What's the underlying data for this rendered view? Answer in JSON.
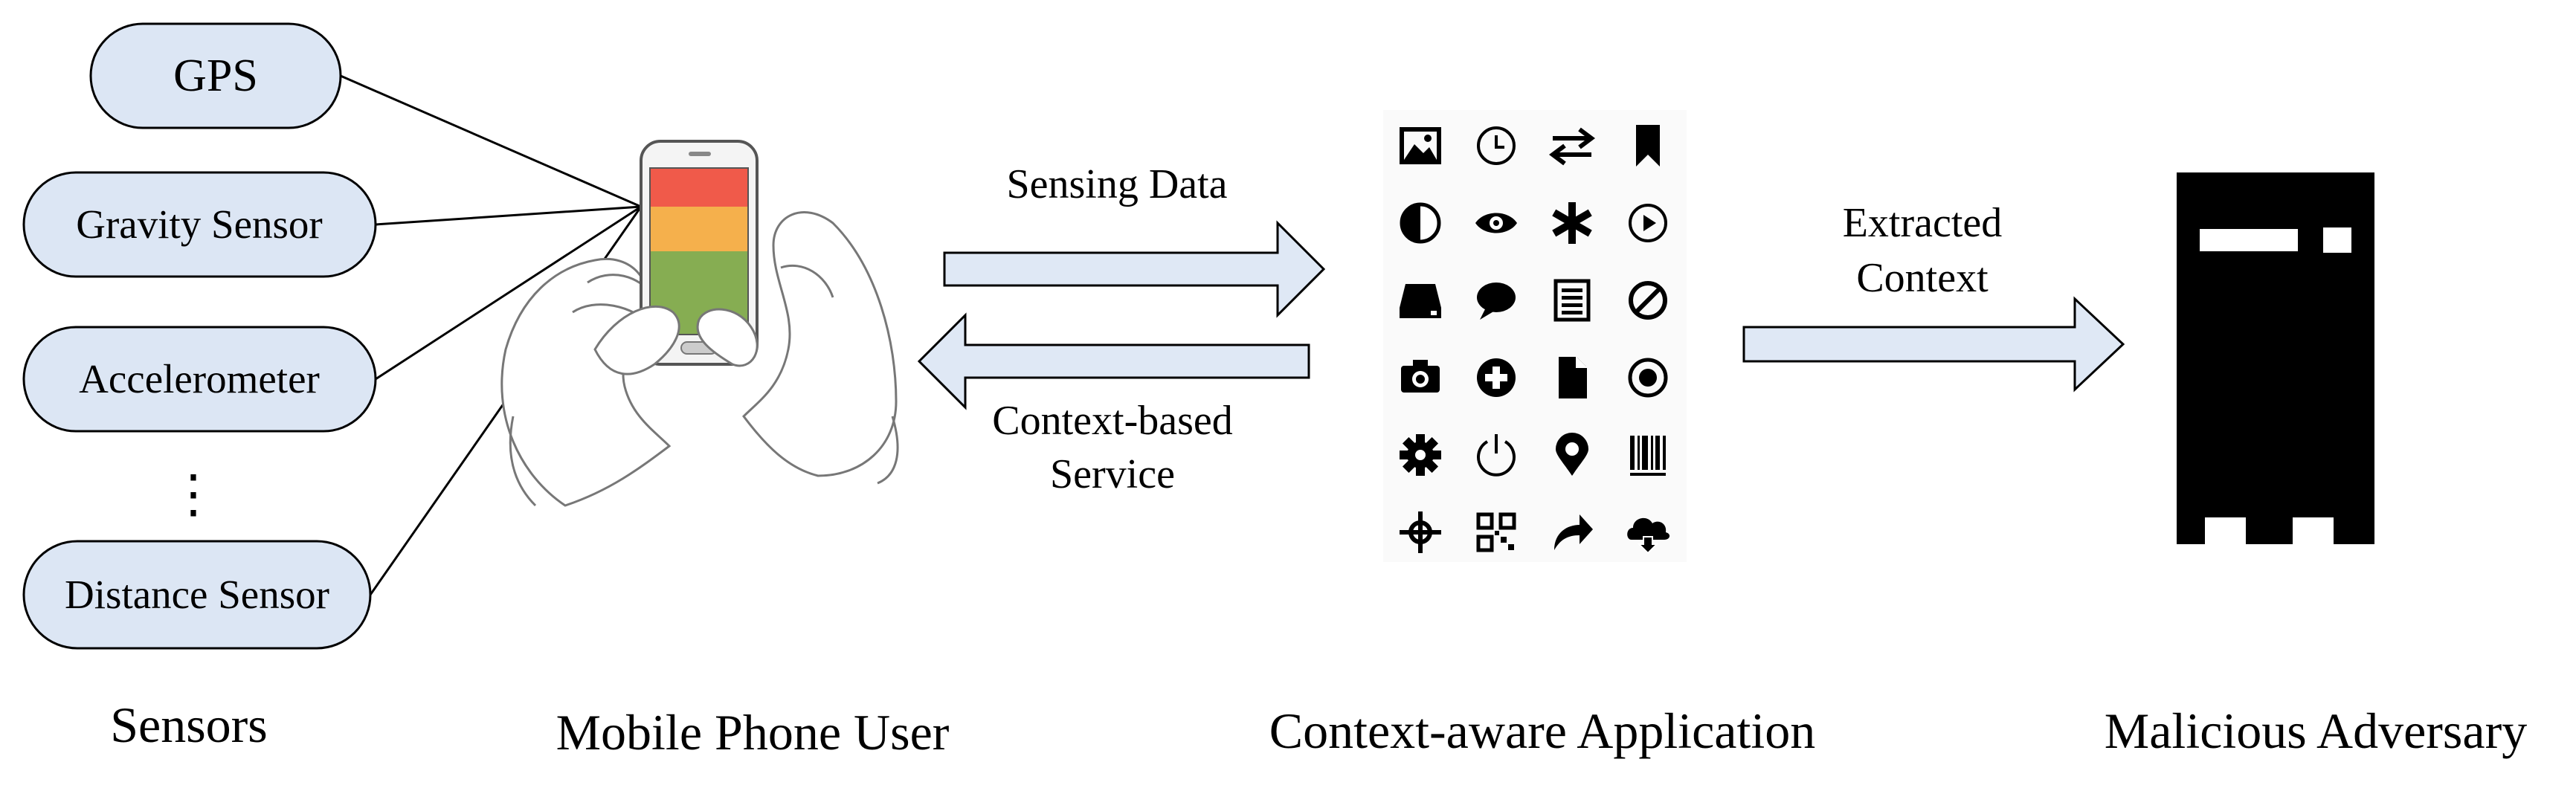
{
  "sensors": {
    "items": [
      "GPS",
      "Gravity Sensor",
      "Accelerometer",
      "Distance Sensor"
    ],
    "ellipsis": "⋮",
    "caption": "Sensors"
  },
  "user": {
    "caption": "Mobile Phone User"
  },
  "flows": {
    "sensing": "Sensing Data",
    "service_line1": "Context-based",
    "service_line2": "Service",
    "extracted_line1": "Extracted",
    "extracted_line2": "Context"
  },
  "app": {
    "caption": "Context-aware Application",
    "icons": [
      "image-icon",
      "clock-icon",
      "swap-arrows-icon",
      "bookmark-icon",
      "contrast-icon",
      "eye-icon",
      "asterisk-icon",
      "play-circle-icon",
      "drive-icon",
      "chat-bubble-icon",
      "list-icon",
      "no-entry-icon",
      "camera-icon",
      "plus-circle-icon",
      "document-icon",
      "record-icon",
      "gear-icon",
      "power-icon",
      "location-pin-icon",
      "barcode-icon",
      "crosshair-icon",
      "qr-code-icon",
      "share-arrow-icon",
      "cloud-download-icon"
    ]
  },
  "adversary": {
    "caption": "Malicious Adversary"
  },
  "colors": {
    "pill_fill": "#dce6f4",
    "arrow_fill": "#dfe8f5",
    "screen_red": "#f05a4a",
    "screen_orange": "#f5b04c",
    "screen_green": "#86ad52",
    "server": "#000000"
  }
}
